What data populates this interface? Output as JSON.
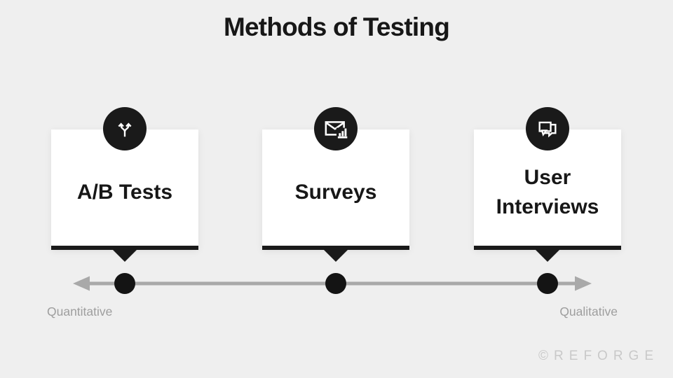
{
  "title": "Methods of Testing",
  "cards": [
    {
      "label": "A/B Tests",
      "icon": "split-arrows-icon"
    },
    {
      "label": "Surveys",
      "icon": "survey-email-chart-icon"
    },
    {
      "label": "User Interviews",
      "icon": "chat-bubbles-icon"
    }
  ],
  "axis": {
    "left_label": "Quantitative",
    "right_label": "Qualitative"
  },
  "watermark": "©REFORGE",
  "colors": {
    "background": "#efefef",
    "ink": "#1a1a1a",
    "card_white": "#ffffff",
    "axis_gray": "#a9a9a9",
    "label_gray": "#9e9e9e",
    "watermark_gray": "#c9c9c9"
  }
}
